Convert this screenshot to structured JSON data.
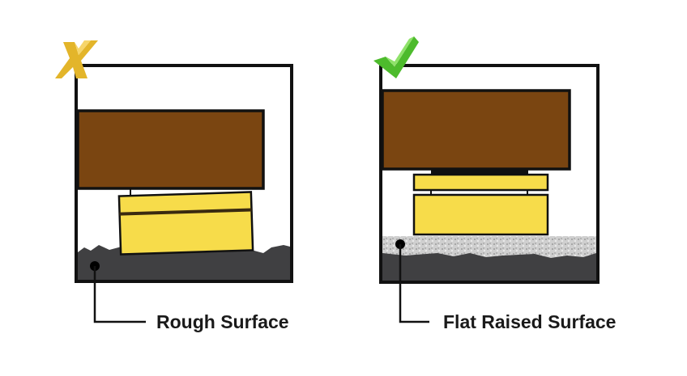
{
  "panels": [
    {
      "id": "bad",
      "verdict_icon": "x-mark-icon",
      "label": "Rough Surface"
    },
    {
      "id": "good",
      "verdict_icon": "check-mark-icon",
      "label": "Flat Raised Surface"
    }
  ],
  "colors": {
    "wood": "#7a4511",
    "block": "#f7dc4a",
    "ground": "#404042",
    "raised_surface": "#c9c9c9",
    "x_mark": "#e3b52a",
    "check_mark": "#4dbb2c",
    "outline": "#111111"
  }
}
